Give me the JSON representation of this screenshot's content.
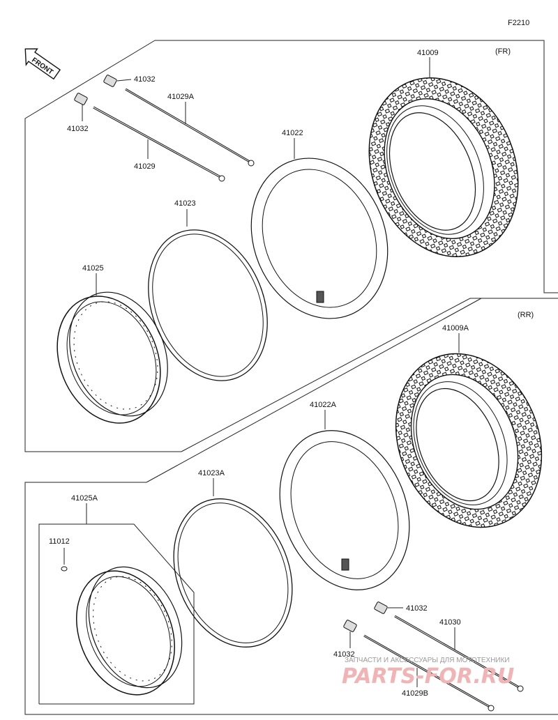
{
  "figure_code": "F2210",
  "front_badge": "FRONT",
  "sections": {
    "front": "(FR)",
    "rear": "(RR)"
  },
  "labels": {
    "p41009": "41009",
    "p41032_a": "41032",
    "p41032_b": "41032",
    "p41029A": "41029A",
    "p41029": "41029",
    "p41022": "41022",
    "p41023": "41023",
    "p41025": "41025",
    "p41009A": "41009A",
    "p41022A": "41022A",
    "p41023A": "41023A",
    "p41025A": "41025A",
    "p11012": "11012",
    "p41032_c": "41032",
    "p41030": "41030",
    "p41032_d": "41032",
    "p41029B": "41029B"
  },
  "watermark": {
    "line1": "ЗАПЧАСТИ И АКСЕССУАРЫ ДЛЯ МОТОТЕХНИКИ",
    "line2": "PARTS-FOR.RU"
  }
}
